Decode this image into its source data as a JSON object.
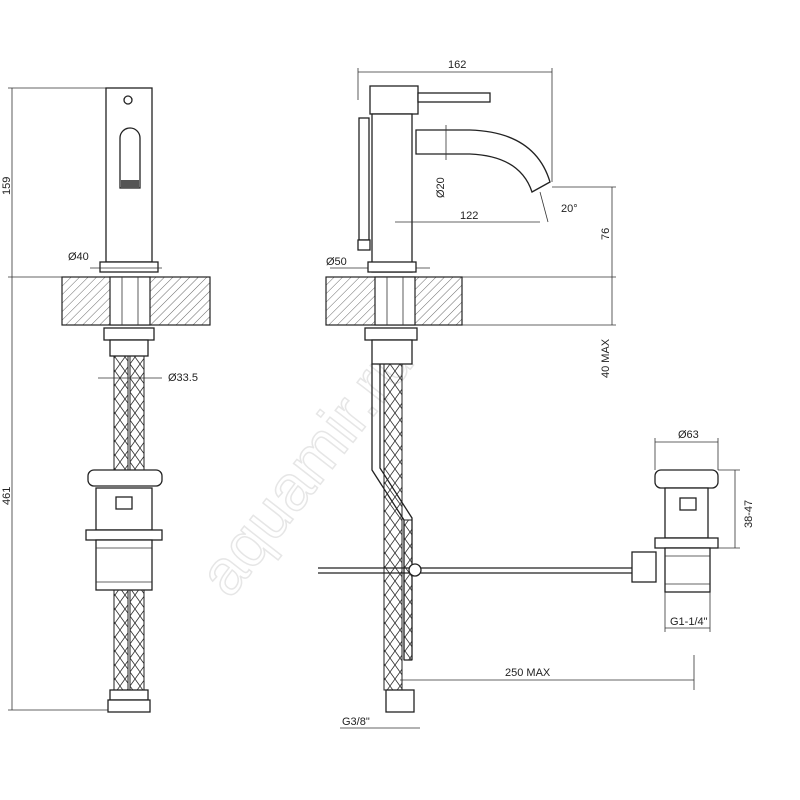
{
  "dimensions": {
    "left_height_top": "159",
    "left_height_total": "461",
    "left_diameter_body": "Ø40",
    "left_diameter_hose": "Ø33.5",
    "overall_length": "162",
    "spout_diameter": "Ø20",
    "spout_reach": "122",
    "spout_angle": "20°",
    "spout_height": "76",
    "countertop_max": "40 MAX",
    "base_diameter": "Ø50",
    "drain_diameter": "Ø63",
    "drain_height": "38-47",
    "drain_thread": "G1-1/4\"",
    "rod_length": "250 MAX",
    "hose_thread": "G3/8\""
  },
  "watermark": "aquamir.ru"
}
